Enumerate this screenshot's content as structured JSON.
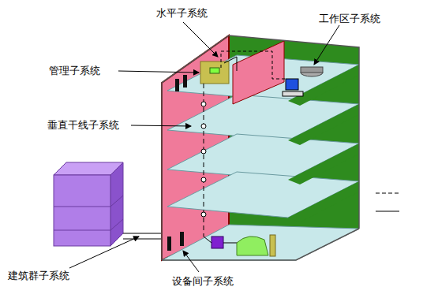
{
  "diagram": {
    "labels": [
      "水平子系统",
      "工作区子系统",
      "管理子系统",
      "垂直干线子系统",
      "建筑群子系统",
      "设备间子系统"
    ]
  }
}
